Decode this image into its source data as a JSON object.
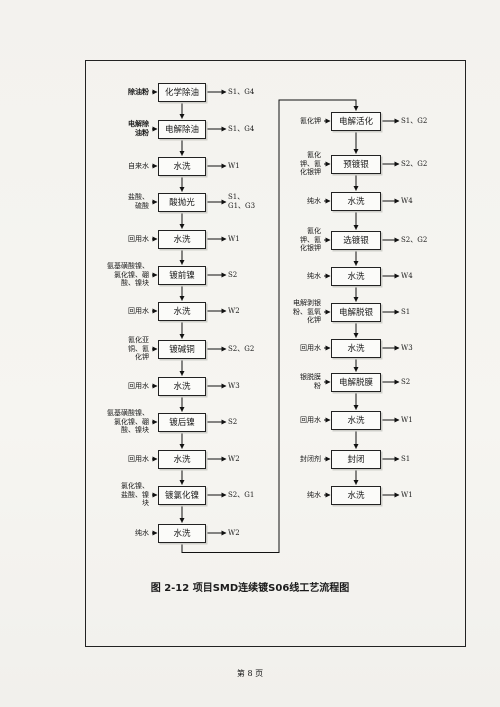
{
  "caption": "图 2-12 项目SMD连续镀S06线工艺流程图",
  "page_number": "第 8 页",
  "left_column": [
    {
      "input": "除油粉",
      "process": "化学除油",
      "output": "S1、G4"
    },
    {
      "input": "电解除\n油粉",
      "process": "电解除油",
      "output": "S1、G4"
    },
    {
      "input": "自来水",
      "process": "水洗",
      "output": "W1"
    },
    {
      "input": "盐酸、\n硫酸",
      "process": "酸抛光",
      "output": "S1、\nG1、G3"
    },
    {
      "input": "回用水",
      "process": "水洗",
      "output": "W1"
    },
    {
      "input": "氨基磺酸镍、\n氯化镍、硼\n酸、镍块",
      "process": "镀前镍",
      "output": "S2"
    },
    {
      "input": "回用水",
      "process": "水洗",
      "output": "W2"
    },
    {
      "input": "氰化亚\n铜、氰\n化钾",
      "process": "镀碱铜",
      "output": "S2、G2"
    },
    {
      "input": "回用水",
      "process": "水洗",
      "output": "W3"
    },
    {
      "input": "氨基磺酸镍、\n氯化镍、硼\n酸、镍块",
      "process": "镀后镍",
      "output": "S2"
    },
    {
      "input": "回用水",
      "process": "水洗",
      "output": "W2"
    },
    {
      "input": "氯化镍、\n盐酸、镍\n块",
      "process": "镀氯化镍",
      "output": "S2、G1"
    },
    {
      "input": "纯水",
      "process": "水洗",
      "output": "W2"
    }
  ],
  "right_column": [
    {
      "input": "氰化钾",
      "process": "电解活化",
      "output": "S1、G2"
    },
    {
      "input": "氰化\n钾、氰\n化银钾",
      "process": "预镀银",
      "output": "S2、G2"
    },
    {
      "input": "纯水",
      "process": "水洗",
      "output": "W4"
    },
    {
      "input": "氰化\n钾、氰\n化银钾",
      "process": "选镀银",
      "output": "S2、G2"
    },
    {
      "input": "纯水",
      "process": "水洗",
      "output": "W4"
    },
    {
      "input": "电解剥银\n粉、氢氧\n化钾",
      "process": "电解脱银",
      "output": "S1"
    },
    {
      "input": "回用水",
      "process": "水洗",
      "output": "W3"
    },
    {
      "input": "银脱膜\n粉",
      "process": "电解脱膜",
      "output": "S2"
    },
    {
      "input": "回用水",
      "process": "水洗",
      "output": "W1"
    },
    {
      "input": "封闭剂",
      "process": "封闭",
      "output": "S1"
    },
    {
      "input": "纯水",
      "process": "水洗",
      "output": "W1"
    }
  ]
}
